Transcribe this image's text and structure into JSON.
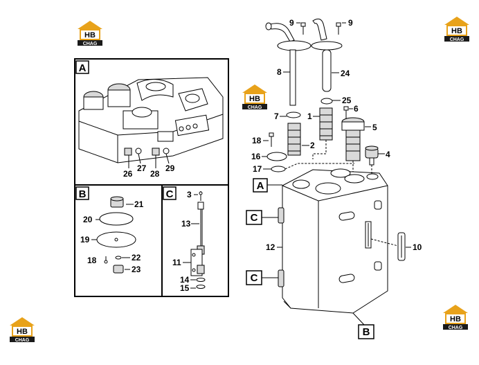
{
  "logo": {
    "mark": "HB",
    "text": "CHAG",
    "color": "#e8a21a"
  },
  "panels": {
    "A": "A",
    "B": "B",
    "C": "C"
  },
  "callouts": {
    "A": "A",
    "B": "B",
    "C1": "C",
    "C2": "C"
  },
  "labels": {
    "n9a": "9",
    "n9b": "9",
    "n8": "8",
    "n24": "24",
    "n25": "25",
    "n7": "7",
    "n6": "6",
    "n1": "1",
    "n5": "5",
    "n18a": "18",
    "n2": "2",
    "n16": "16",
    "n4": "4",
    "n17": "17",
    "n12": "12",
    "n10": "10",
    "n26": "26",
    "n27": "27",
    "n28": "28",
    "n29": "29",
    "n21": "21",
    "n20": "20",
    "n19": "19",
    "n18b": "18",
    "n22": "22",
    "n23": "23",
    "n3": "3",
    "n13": "13",
    "n11": "11",
    "n14": "14",
    "n15": "15"
  }
}
